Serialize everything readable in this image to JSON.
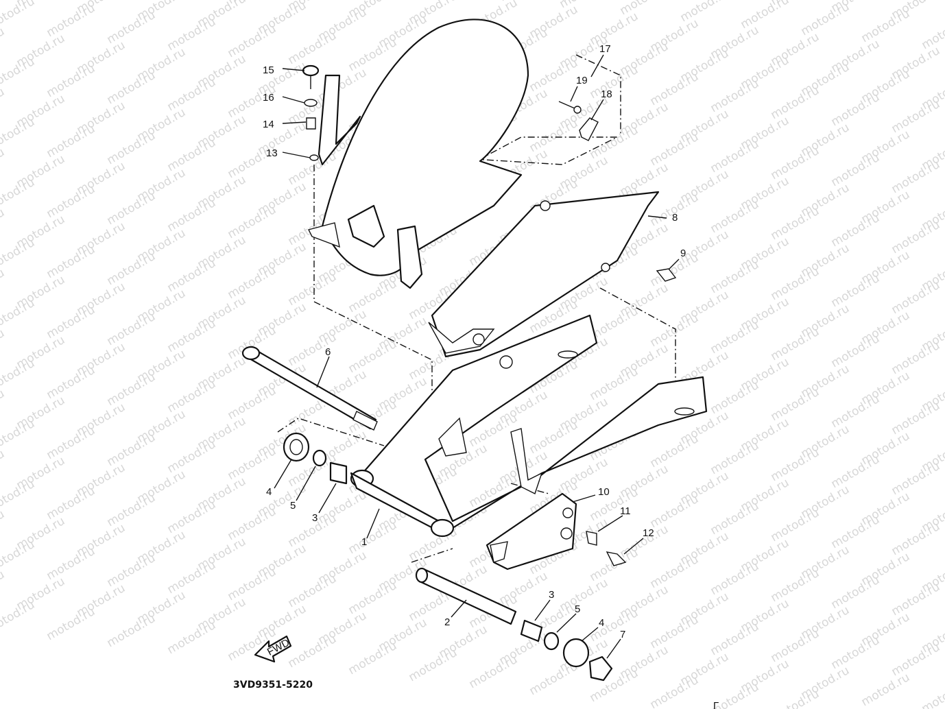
{
  "diagram": {
    "code": "3VD9351-5220",
    "watermark": "motod.ru",
    "fwd_label": "FWD",
    "corner_mark": "Г",
    "callouts": [
      "1",
      "2",
      "3",
      "3",
      "4",
      "4",
      "5",
      "5",
      "6",
      "7",
      "8",
      "9",
      "10",
      "11",
      "12",
      "13",
      "14",
      "15",
      "16",
      "17",
      "18",
      "19"
    ]
  }
}
